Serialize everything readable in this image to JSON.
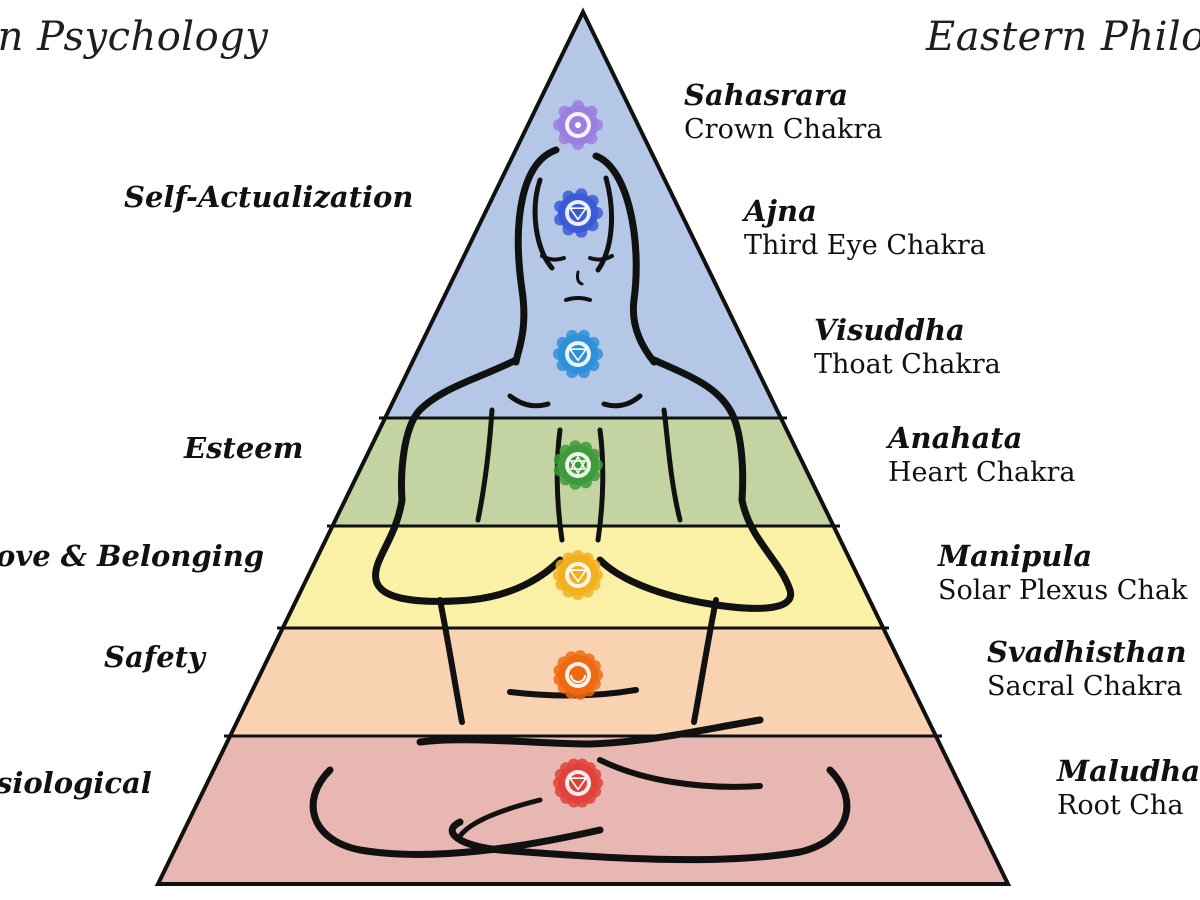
{
  "titles": {
    "left": "rn Psychology",
    "right": "Eastern Philo"
  },
  "needs": [
    {
      "label": "Self-Actualization"
    },
    {
      "label": "Esteem"
    },
    {
      "label": "ove & Belonging"
    },
    {
      "label": "Safety"
    },
    {
      "label": "siological"
    }
  ],
  "chakras": [
    {
      "name": "Sahasrara",
      "subtitle": "Crown Chakra",
      "color": "#9b7fe0",
      "icon": "crown-chakra-icon"
    },
    {
      "name": "Ajna",
      "subtitle": "Third Eye Chakra",
      "color": "#3b5bd6",
      "icon": "third-eye-chakra-icon"
    },
    {
      "name": "Visuddha",
      "subtitle": "Thoat Chakra",
      "color": "#2f8fd8",
      "icon": "throat-chakra-icon"
    },
    {
      "name": "Anahata",
      "subtitle": "Heart Chakra",
      "color": "#3f9a3a",
      "icon": "heart-chakra-icon"
    },
    {
      "name": "Manipula",
      "subtitle": "Solar Plexus Chak",
      "color": "#f2b01e",
      "icon": "solar-plexus-chakra-icon"
    },
    {
      "name": "Svadhisthan",
      "subtitle": "Sacral Chakra",
      "color": "#ee6a12",
      "icon": "sacral-chakra-icon"
    },
    {
      "name": "Maludha",
      "subtitle": "Root Cha",
      "color": "#e0413a",
      "icon": "root-chakra-icon"
    }
  ],
  "band_colors": {
    "self_actualization": "#b4c7e7",
    "esteem": "#c3d4a2",
    "love_belonging": "#fbf1a6",
    "safety": "#f9d3b1",
    "physiological": "#e9b7b1"
  }
}
